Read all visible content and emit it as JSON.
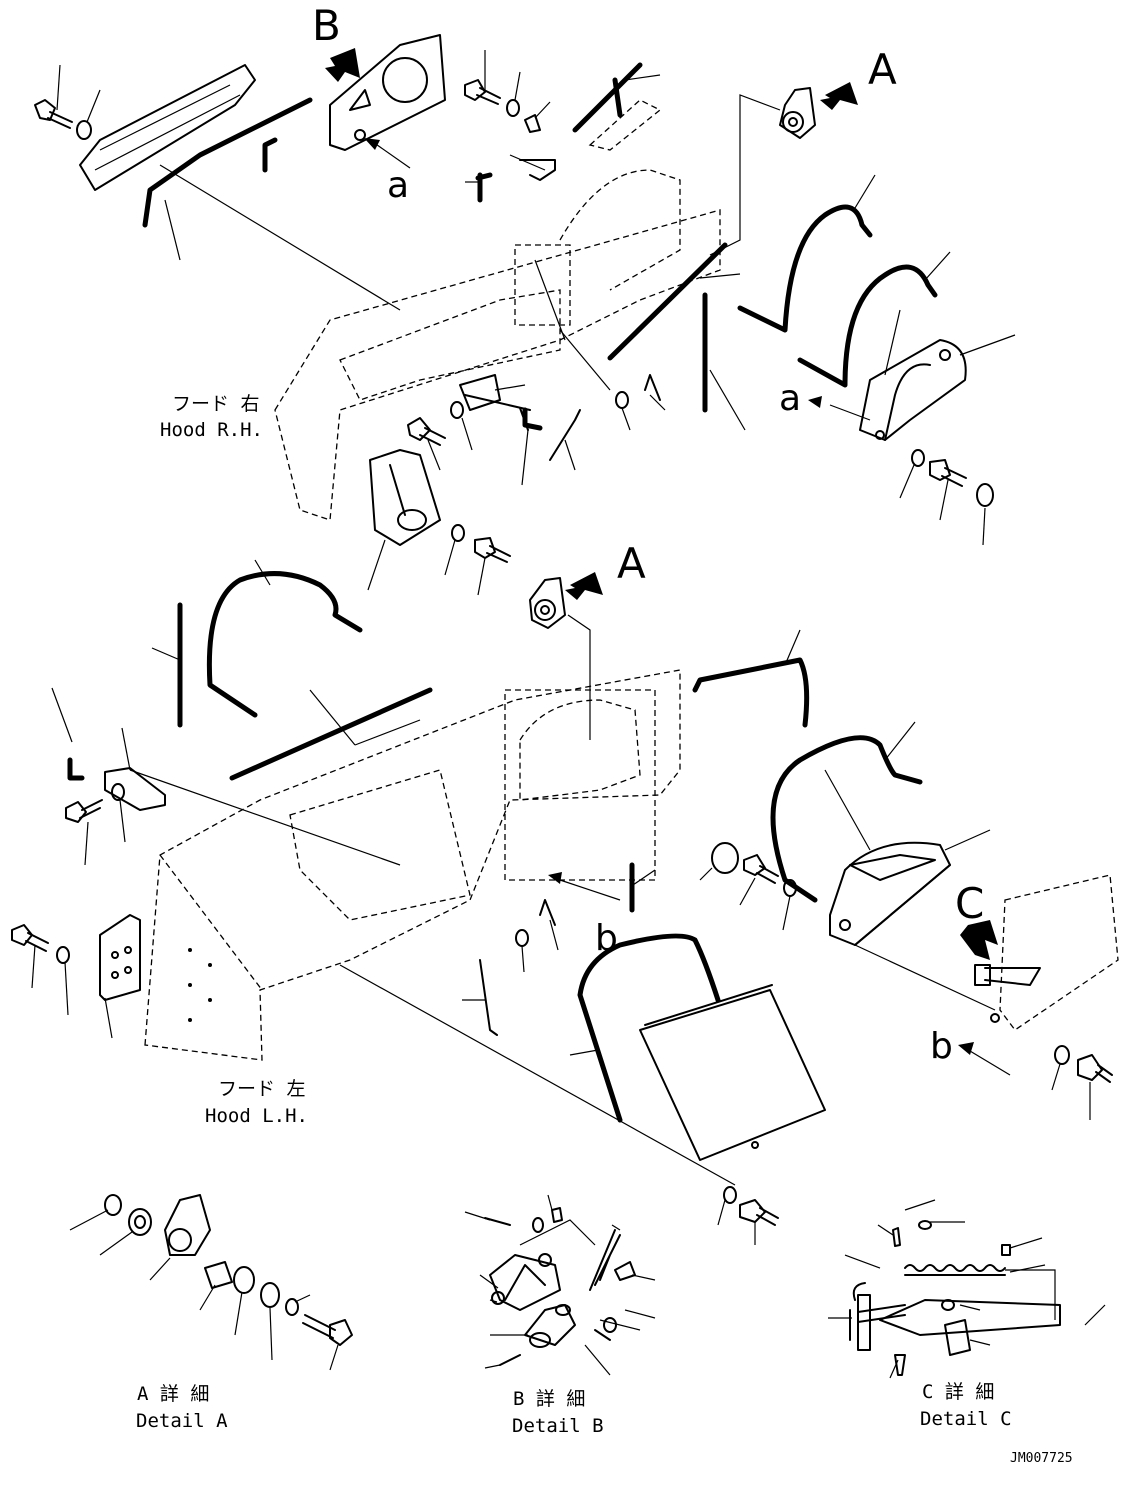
{
  "markers": {
    "B": "B",
    "A_top": "A",
    "A_mid": "A",
    "C": "C",
    "a1": "a",
    "a2": "a",
    "b1": "b",
    "b2": "b"
  },
  "hood_rh": {
    "jp": "フード 右",
    "en": "Hood R.H."
  },
  "hood_lh": {
    "jp": "フード 左",
    "en": "Hood L.H."
  },
  "details": [
    {
      "jp": "A 詳 細",
      "en": "Detail A"
    },
    {
      "jp": "B 詳 細",
      "en": "Detail B"
    },
    {
      "jp": "C 詳 細",
      "en": "Detail C"
    }
  ],
  "drawing_code": "JM007725"
}
